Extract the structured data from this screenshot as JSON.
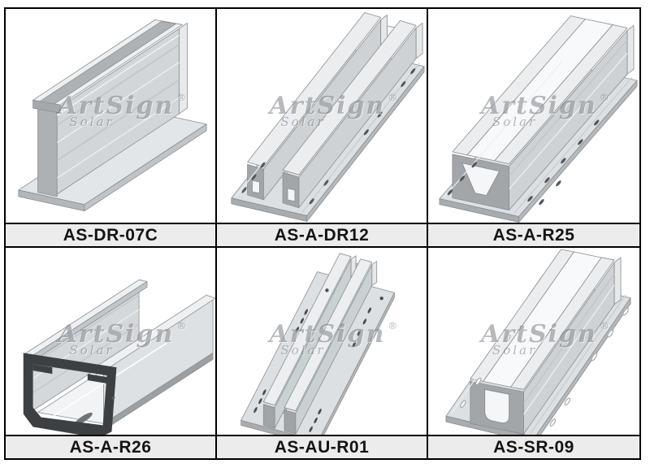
{
  "page": {
    "background": "#ffffff",
    "grid_border_color": "#000000",
    "label_bar_background": "#ececec",
    "label_text_color": "#141414",
    "metal_palette": {
      "light_face": "#edeff0",
      "mid_face": "#d2d6d9",
      "dark_face": "#a5a9ac",
      "base_face": "#dde0e3",
      "section_outline": "#3c4043"
    }
  },
  "watermark": {
    "brand": "ArtSign",
    "registered": "®",
    "sub": "Solar"
  },
  "products": [
    {
      "label": "AS-DR-07C",
      "illustration": "i-beam-rail-isometric"
    },
    {
      "label": "AS-A-DR12",
      "illustration": "double-channel-base-rail-isometric"
    },
    {
      "label": "AS-A-R25",
      "illustration": "v-groove-channel-rail-isometric"
    },
    {
      "label": "AS-A-R26",
      "illustration": "c-channel-strut-rail-isometric"
    },
    {
      "label": "AS-AU-R01",
      "illustration": "flat-plate-twin-rib-rail-isometric"
    },
    {
      "label": "AS-SR-09",
      "illustration": "u-groove-channel-rail-isometric"
    }
  ]
}
